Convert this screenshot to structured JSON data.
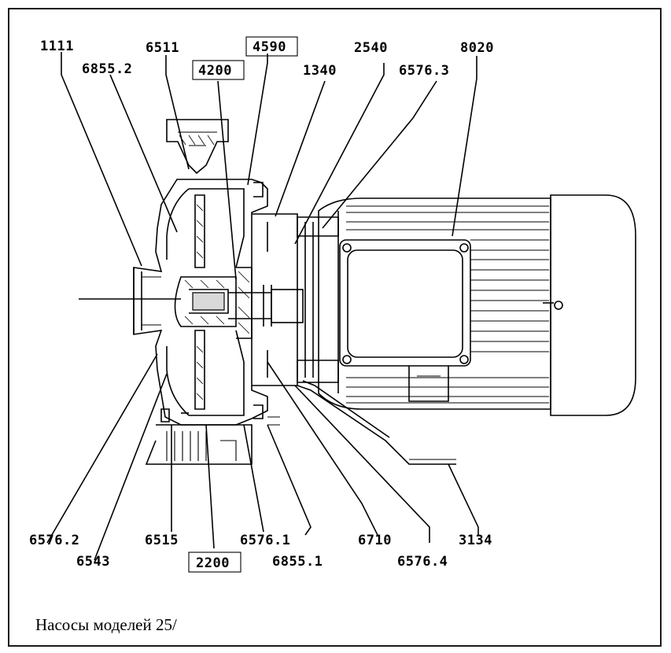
{
  "labels": {
    "l1111": "1111",
    "l6855_2": "6855.2",
    "l6511": "6511",
    "l4590": "4590",
    "l4200": "4200",
    "l1340": "1340",
    "l2540": "2540",
    "l6576_3": "6576.3",
    "l8020": "8020",
    "l6576_2": "6576.2",
    "l6543": "6543",
    "l6515": "6515",
    "l2200": "2200",
    "l6576_1": "6576.1",
    "l6855_1": "6855.1",
    "l6710": "6710",
    "l6576_4": "6576.4",
    "l3134": "3134"
  },
  "caption": "Насосы моделей 25/"
}
